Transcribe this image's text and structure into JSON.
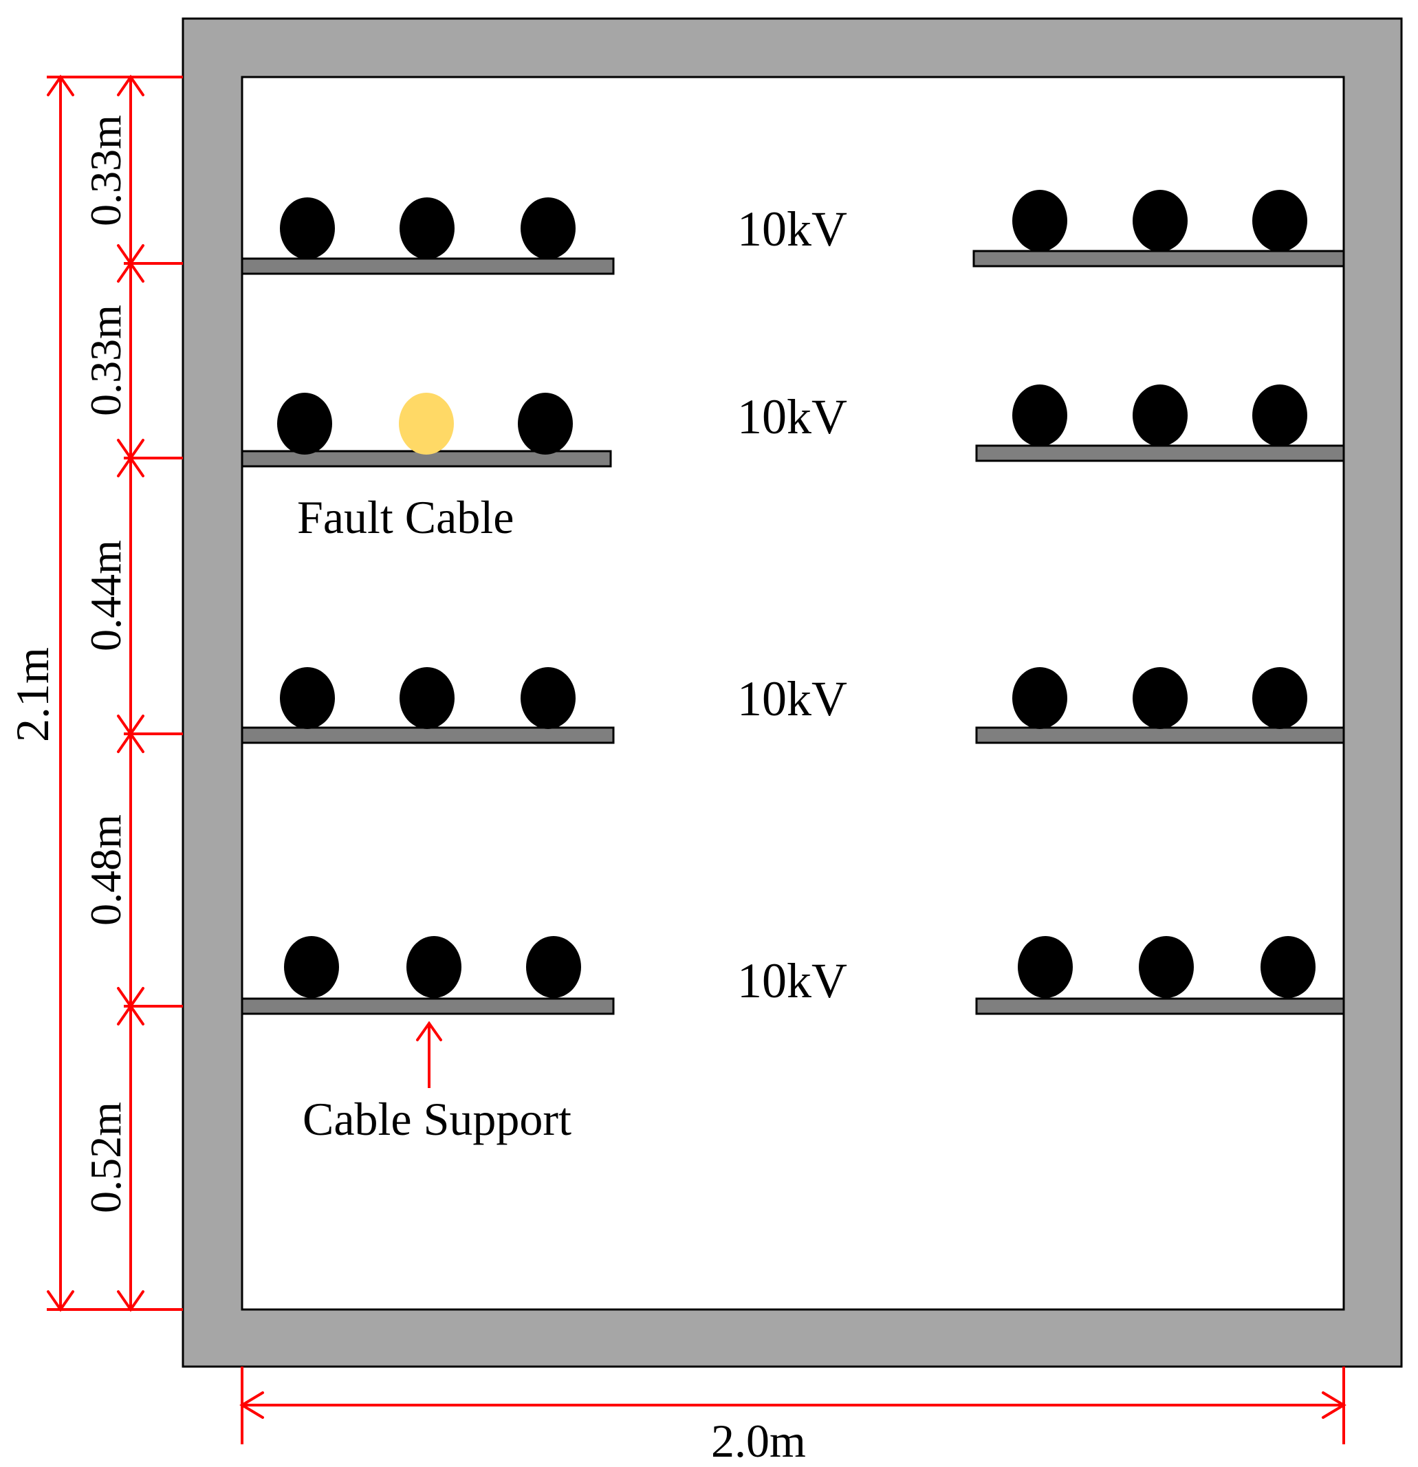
{
  "voltage_labels": [
    "10kV",
    "10kV",
    "10kV",
    "10kV"
  ],
  "annotations": {
    "fault_cable": "Fault Cable",
    "cable_support": "Cable Support"
  },
  "dimensions": {
    "total_height": "2.1m",
    "total_width": "2.0m",
    "segments": [
      "0.33m",
      "0.33m",
      "0.44m",
      "0.48m",
      "0.52m"
    ]
  },
  "colors": {
    "wall": "#a6a6a6",
    "tray": "#7f7f7f",
    "cable": "#000000",
    "fault_cable": "#ffd966",
    "dimension": "#ff0000"
  }
}
